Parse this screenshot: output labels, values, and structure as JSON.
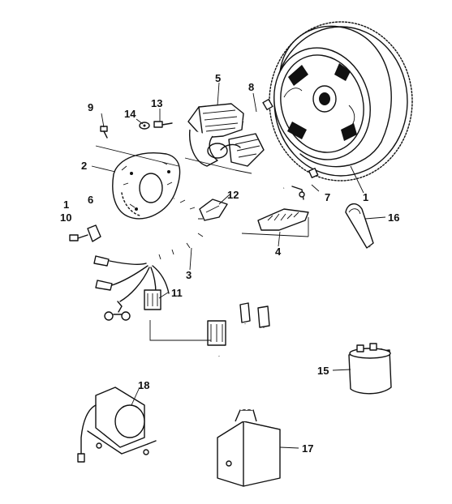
{
  "diagram": {
    "callouts": [
      {
        "id": "1",
        "text": "1"
      },
      {
        "id": "2",
        "text": "2"
      },
      {
        "id": "3",
        "text": "3"
      },
      {
        "id": "4",
        "text": "4"
      },
      {
        "id": "5",
        "text": "5"
      },
      {
        "id": "6",
        "text": "6"
      },
      {
        "id": "7",
        "text": "7"
      },
      {
        "id": "8",
        "text": "8"
      },
      {
        "id": "9",
        "text": "9"
      },
      {
        "id": "10",
        "text": "10"
      },
      {
        "id": "11",
        "text": "11"
      },
      {
        "id": "12",
        "text": "12"
      },
      {
        "id": "13",
        "text": "13"
      },
      {
        "id": "14",
        "text": "14"
      },
      {
        "id": "15",
        "text": "15"
      },
      {
        "id": "16",
        "text": "16"
      },
      {
        "id": "17",
        "text": "17"
      },
      {
        "id": "18",
        "text": "18"
      },
      {
        "id": "1b",
        "text": "1"
      }
    ]
  }
}
